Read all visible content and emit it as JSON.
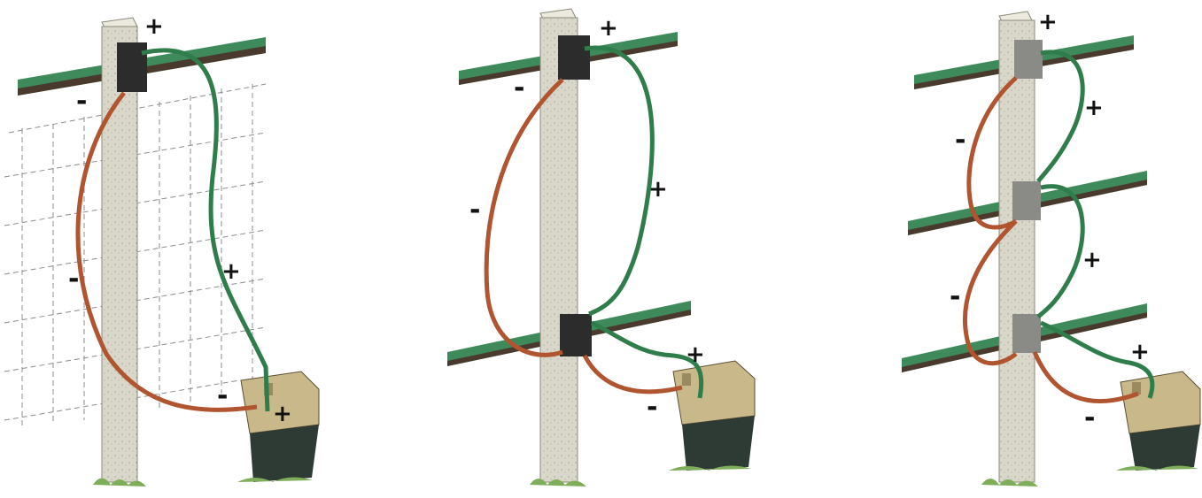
{
  "colors": {
    "background": "#ffffff",
    "post": "#d8d6c8",
    "post_edge": "#8a8a78",
    "rail_green": "#3f8a5a",
    "rail_dark": "#4a3a2e",
    "box": "#2c2c2c",
    "positive_wire": "#2f7d4a",
    "negative_wire": "#b0552f",
    "battery_top": "#c9b98a",
    "battery_body": "#2e3a34",
    "grass": "#7fae5a",
    "mesh": "#7d7d7d"
  },
  "panels": [
    {
      "name": "mesh-fence",
      "labels": {
        "p1": "+",
        "p2": "+",
        "p3": "+",
        "n1": "-",
        "n2": "-",
        "n3": "-"
      }
    },
    {
      "name": "two-rail-fence",
      "labels": {
        "p1": "+",
        "p2": "+",
        "p3": "+",
        "n1": "-",
        "n2": "-",
        "n3": "-"
      }
    },
    {
      "name": "three-rail-fence",
      "labels": {
        "p1": "+",
        "p2": "+",
        "p3": "+",
        "p4": "+",
        "n1": "-",
        "n2": "-",
        "n3": "-"
      }
    }
  ]
}
